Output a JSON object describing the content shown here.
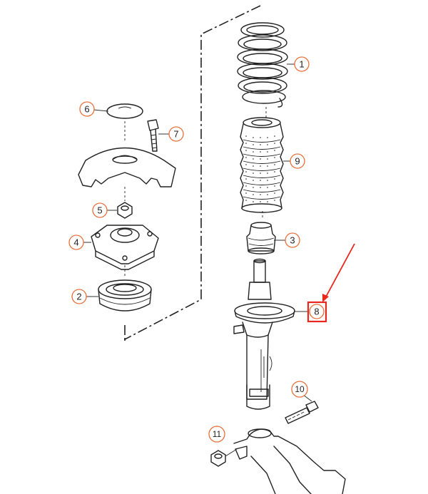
{
  "callouts": {
    "c1": "1",
    "c2": "2",
    "c3": "3",
    "c4": "4",
    "c5": "5",
    "c6": "6",
    "c7": "7",
    "c8": "8",
    "c9": "9",
    "c10": "10",
    "c11": "11"
  },
  "highlight": {
    "color": "#e8281e",
    "target": "8"
  },
  "callout_ring_color": "#e8703a"
}
